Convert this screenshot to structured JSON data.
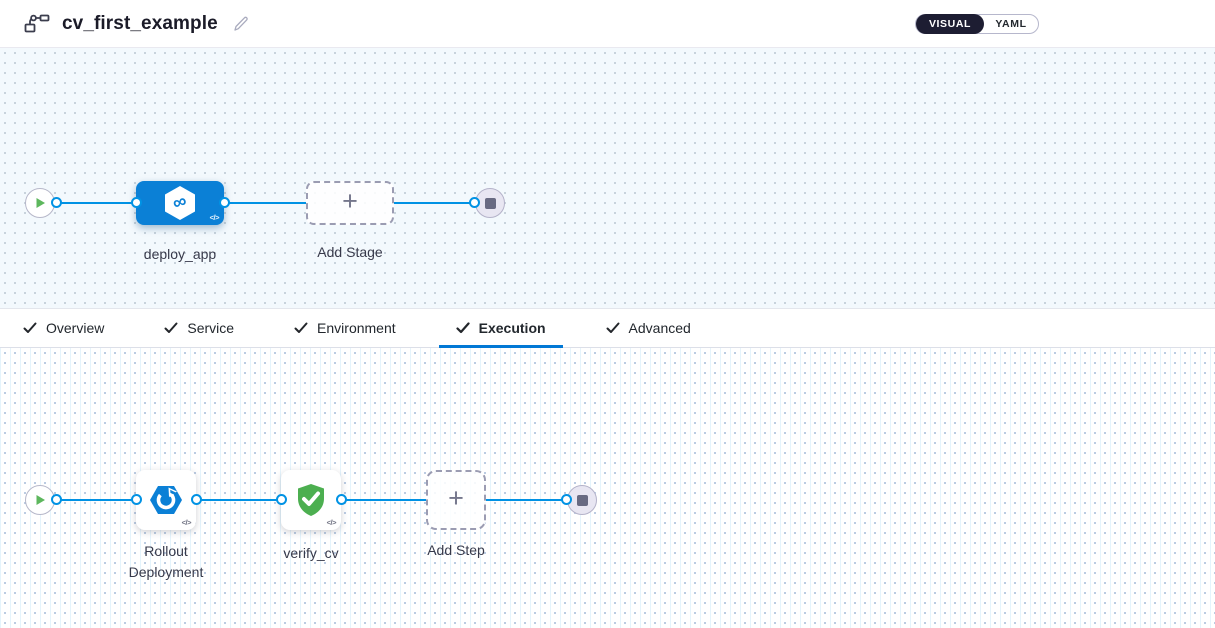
{
  "header": {
    "title": "cv_first_example",
    "view_toggle": {
      "visual": "VISUAL",
      "yaml": "YAML",
      "active": "VISUAL"
    }
  },
  "icons": {
    "code_glyph": "</>",
    "plus_glyph": "+",
    "infinity_glyph": "∞"
  },
  "stage_graph": {
    "stage": {
      "name": "deploy_app",
      "type": "cd-stage"
    },
    "add_stage_label": "Add Stage"
  },
  "tabs": {
    "items": [
      {
        "label": "Overview",
        "completed": true,
        "active": false
      },
      {
        "label": "Service",
        "completed": true,
        "active": false
      },
      {
        "label": "Environment",
        "completed": true,
        "active": false
      },
      {
        "label": "Execution",
        "completed": true,
        "active": true
      },
      {
        "label": "Advanced",
        "completed": true,
        "active": false
      }
    ]
  },
  "execution_graph": {
    "steps": [
      {
        "name": "Rollout Deployment",
        "type": "rollout-deployment"
      },
      {
        "name": "verify_cv",
        "type": "verify"
      }
    ],
    "add_step_label": "Add Step"
  },
  "colors": {
    "stage_blue": "#0b80d6",
    "accent_blue": "#0278d5",
    "connector_blue": "#0092e4",
    "success_green": "#4caf50",
    "toggle_dark": "#1d1d32",
    "canvas_tint": "#f3f9fd"
  }
}
